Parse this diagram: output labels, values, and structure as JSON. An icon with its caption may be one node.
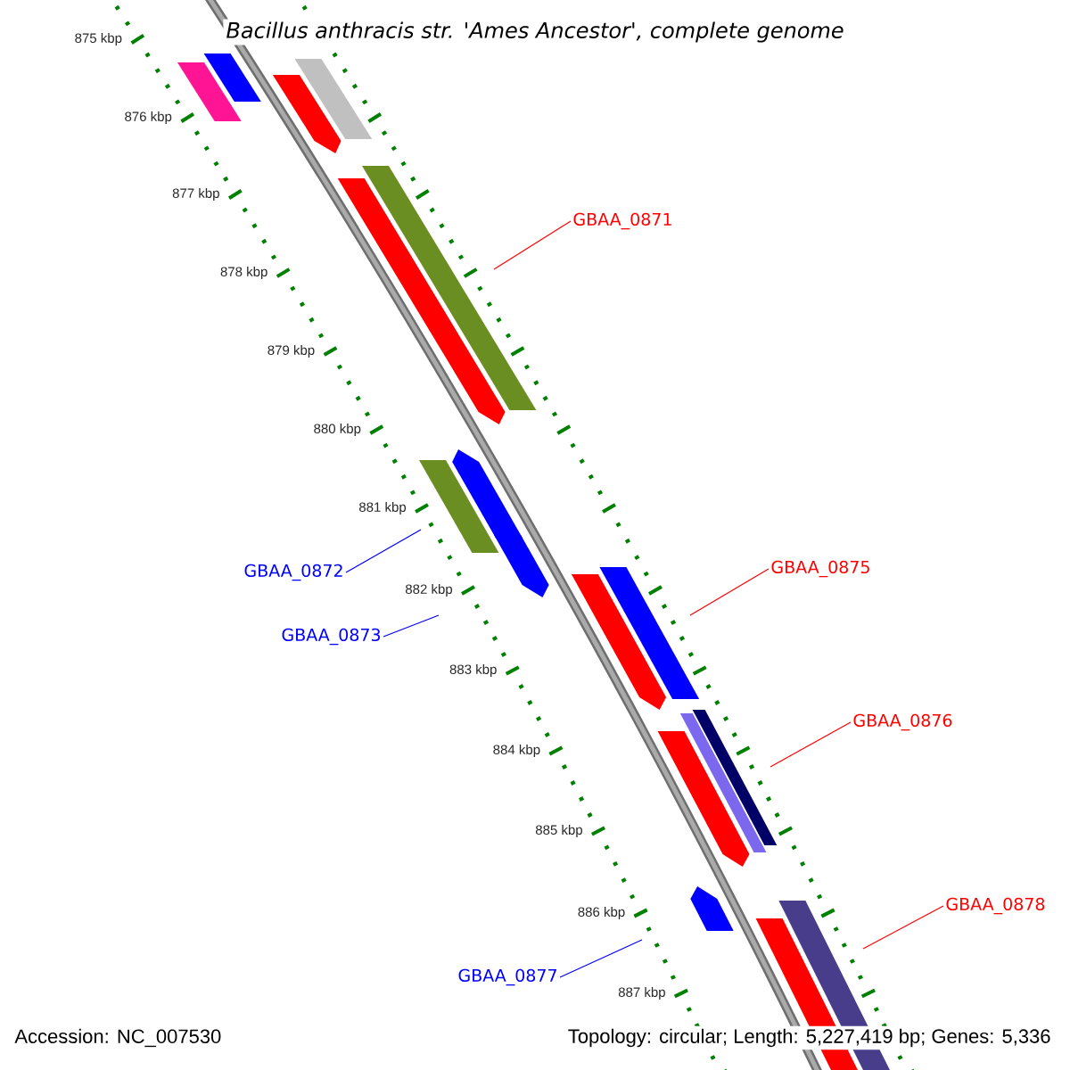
{
  "diagram": {
    "title": "Bacillus anthracis str. 'Ames Ancestor', complete genome",
    "nodes": [
      {
        "text": [
          "GBAA_0871"
        ]
      },
      {
        "text": [
          "GBAA_0872"
        ]
      },
      {
        "text": [
          "GBAA_0873"
        ]
      },
      {
        "text": [
          "GBAA_0875"
        ]
      },
      {
        "text": [
          "GBAA_0876"
        ]
      },
      {
        "text": [
          "GBAA_0877"
        ]
      },
      {
        "text": [
          "GBAA_0878"
        ]
      }
    ],
    "edges": [
      {
        "from": 0,
        "to": null,
        "arrow": "none"
      },
      {
        "from": 1,
        "to": null,
        "arrow": "none",
        "color": "#0000ff"
      },
      {
        "from": 2,
        "to": null,
        "arrow": "none",
        "color": "#0000ff"
      },
      {
        "from": 3,
        "to": null,
        "arrow": "none"
      },
      {
        "from": 4,
        "to": null,
        "arrow": "none"
      },
      {
        "from": 5,
        "to": null,
        "arrow": "none",
        "color": "#0000ff"
      },
      {
        "from": 6,
        "to": null,
        "arrow": "none"
      }
    ],
    "labels": [
      "875 kbp",
      "876 kbp",
      "877 kbp",
      "878 kbp",
      "879 kbp",
      "880 kbp",
      "881 kbp",
      "882 kbp",
      "883 kbp",
      "884 kbp",
      "885 kbp",
      "886 kbp",
      "887 kbp",
      "Accession: NC_007530",
      "Topology: circular; Length: 5,227,419 bp; Genes: 5,336"
    ]
  }
}
